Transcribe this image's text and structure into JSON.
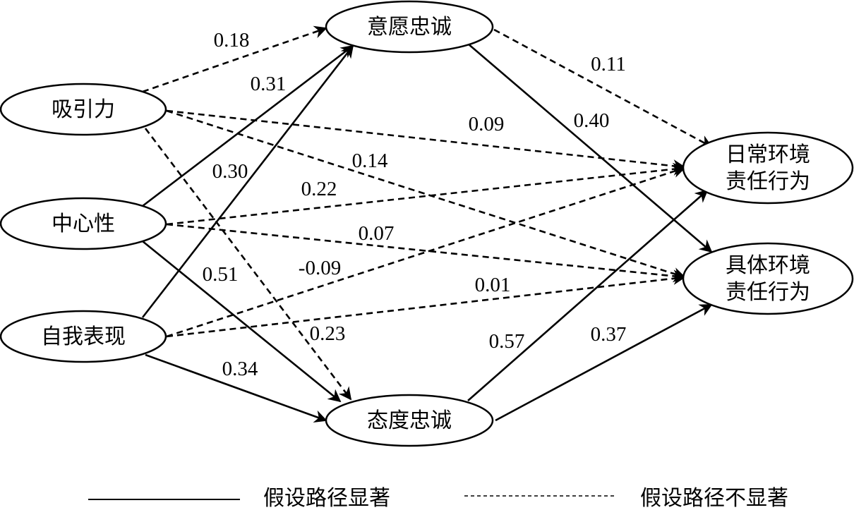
{
  "nodes": [
    {
      "id": "attraction",
      "lines": [
        "吸引力"
      ]
    },
    {
      "id": "centrality",
      "lines": [
        "中心性"
      ]
    },
    {
      "id": "self_expression",
      "lines": [
        "自我表现"
      ]
    },
    {
      "id": "conative_loyalty",
      "lines": [
        "意愿忠诚"
      ]
    },
    {
      "id": "attitudinal_loyalty",
      "lines": [
        "态度忠诚"
      ]
    },
    {
      "id": "daily_erb",
      "lines": [
        "日常环境",
        "责任行为"
      ]
    },
    {
      "id": "specific_erb",
      "lines": [
        "具体环境",
        "责任行为"
      ]
    }
  ],
  "edges": [
    {
      "from": "attraction",
      "to": "conative_loyalty",
      "coef": "0.18",
      "significant": false
    },
    {
      "from": "centrality",
      "to": "conative_loyalty",
      "coef": "0.31",
      "significant": true
    },
    {
      "from": "self_expression",
      "to": "conative_loyalty",
      "coef": "0.30",
      "significant": true
    },
    {
      "from": "attraction",
      "to": "daily_erb",
      "coef": "0.09",
      "significant": false
    },
    {
      "from": "attraction",
      "to": "specific_erb",
      "coef": "0.14",
      "significant": false
    },
    {
      "from": "attraction",
      "to": "attitudinal_loyalty",
      "coef": "0.23",
      "significant": false
    },
    {
      "from": "centrality",
      "to": "daily_erb",
      "coef": "0.22",
      "significant": false
    },
    {
      "from": "centrality",
      "to": "specific_erb",
      "coef": "0.07",
      "significant": false
    },
    {
      "from": "centrality",
      "to": "attitudinal_loyalty",
      "coef": "0.51",
      "significant": true
    },
    {
      "from": "self_expression",
      "to": "daily_erb",
      "coef": "-0.09",
      "significant": false
    },
    {
      "from": "self_expression",
      "to": "specific_erb",
      "coef": "0.01",
      "significant": false
    },
    {
      "from": "self_expression",
      "to": "attitudinal_loyalty",
      "coef": "0.34",
      "significant": true
    },
    {
      "from": "conative_loyalty",
      "to": "daily_erb",
      "coef": "0.11",
      "significant": false
    },
    {
      "from": "conative_loyalty",
      "to": "specific_erb",
      "coef": "0.40",
      "significant": true
    },
    {
      "from": "attitudinal_loyalty",
      "to": "daily_erb",
      "coef": "0.57",
      "significant": true
    },
    {
      "from": "attitudinal_loyalty",
      "to": "specific_erb",
      "coef": "0.37",
      "significant": true
    }
  ],
  "legend": {
    "solid_label": "假设路径显著",
    "dashed_label": "假设路径不显著"
  }
}
